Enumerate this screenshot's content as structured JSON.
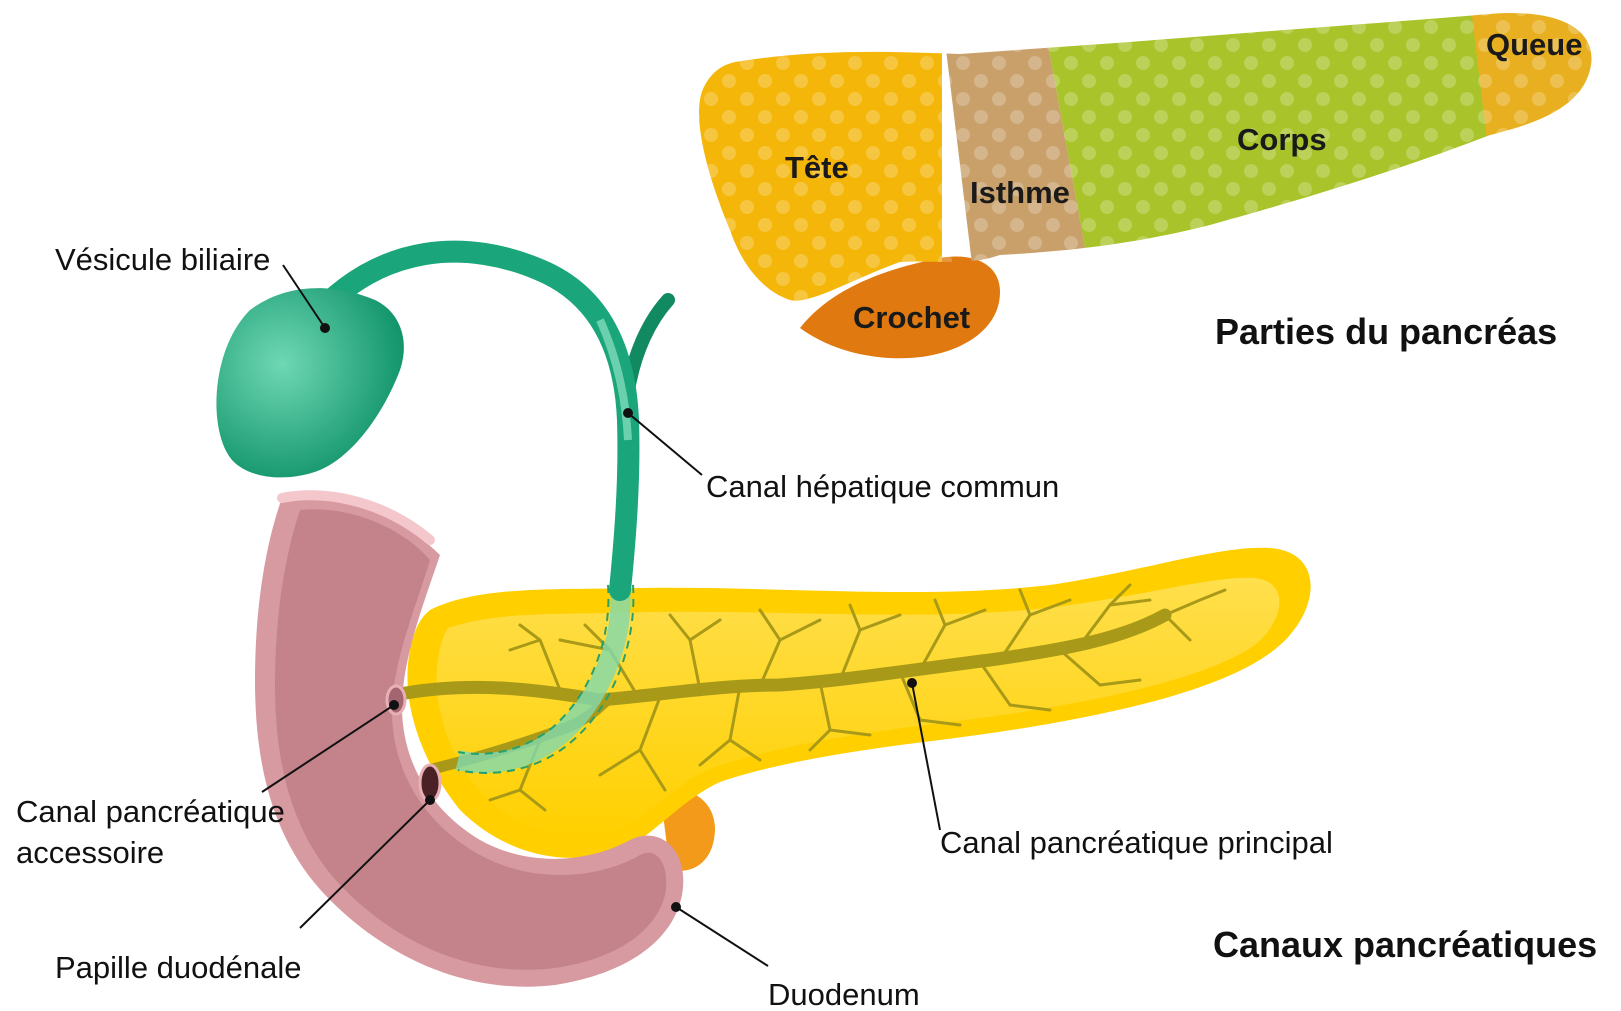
{
  "sections": {
    "parts_title": "Parties du pancréas",
    "ducts_title": "Canaux pancréatiques"
  },
  "parts": {
    "head": "Tête",
    "isthmus": "Isthme",
    "body": "Corps",
    "tail": "Queue",
    "uncinate": "Crochet"
  },
  "labels": {
    "gallbladder": "Vésicule biliaire",
    "common_hepatic_duct": "Canal hépatique commun",
    "accessory_duct_line1": "Canal pancréatique",
    "accessory_duct_line2": "accessoire",
    "duodenal_papilla": "Papille duodénale",
    "main_duct": "Canal pancréatique principal",
    "duodenum": "Duodenum"
  },
  "colors": {
    "head": "#f4b400",
    "isthmus": "#c9a06a",
    "body": "#a8c42a",
    "tail": "#e8b020",
    "uncinate": "#e07a10",
    "gallbladder": "#1aa57a",
    "duodenum": "#c98890",
    "pancreas": "#ffd21a",
    "ducts": "#a89a18"
  }
}
